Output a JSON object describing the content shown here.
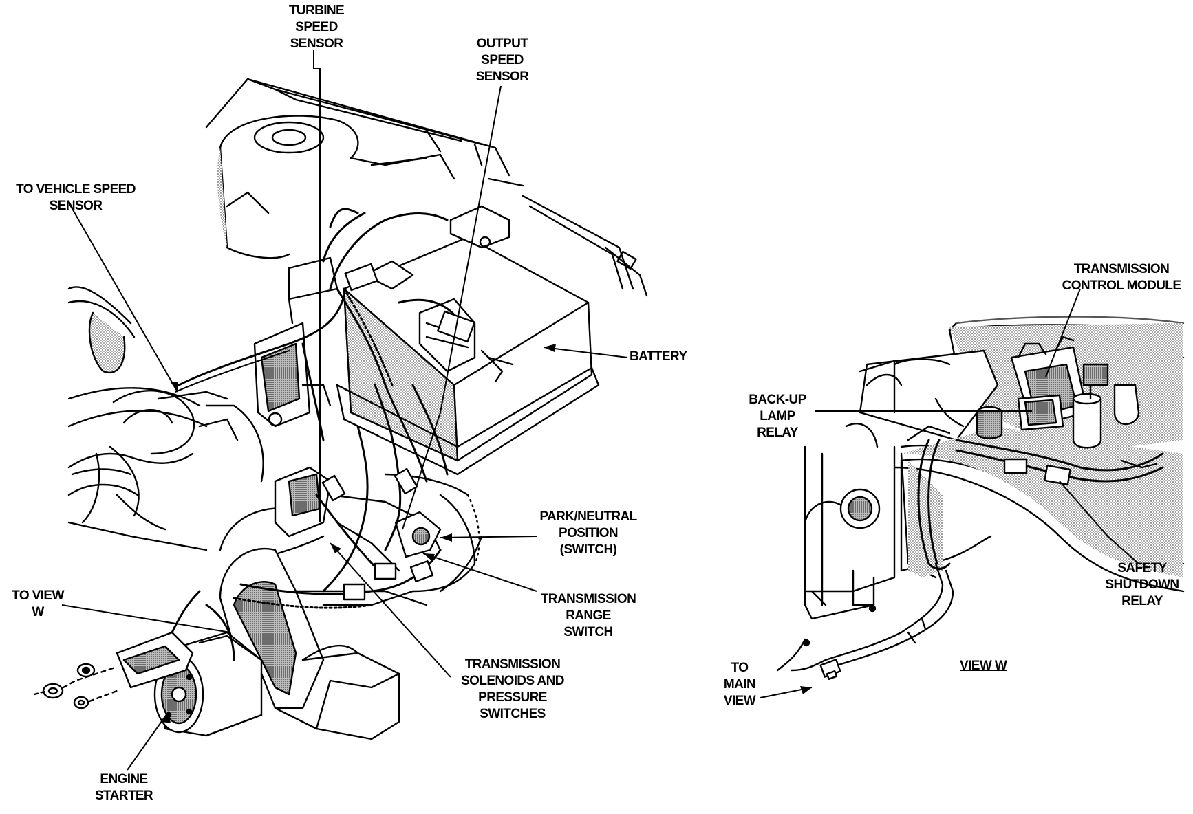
{
  "main_view": {
    "labels": {
      "turbine_speed_sensor": [
        "TURBINE",
        "SPEED",
        "SENSOR"
      ],
      "output_speed_sensor": [
        "OUTPUT",
        "SPEED",
        "SENSOR"
      ],
      "to_vehicle_speed_sensor": [
        "TO VEHICLE SPEED",
        "SENSOR"
      ],
      "battery": [
        "BATTERY"
      ],
      "park_neutral_position_switch": [
        "PARK/NEUTRAL",
        "POSITION",
        "(SWITCH)"
      ],
      "transmission_range_switch": [
        "TRANSMISSION",
        "RANGE",
        "SWITCH"
      ],
      "transmission_solenoids": [
        "TRANSMISSION",
        "SOLENOIDS AND",
        "PRESSURE",
        "SWITCHES"
      ],
      "to_view_w": [
        "TO VIEW",
        "W"
      ],
      "engine_starter": [
        "ENGINE",
        "STARTER"
      ]
    }
  },
  "view_w": {
    "title": "VIEW W",
    "labels": {
      "transmission_control_module": [
        "TRANSMISSION",
        "CONTROL MODULE"
      ],
      "back_up_lamp_relay": [
        "BACK-UP",
        "LAMP",
        "RELAY"
      ],
      "safety_shutdown_relay": [
        "SAFETY",
        "SHUTDOWN",
        "RELAY"
      ],
      "to_main_view": [
        "TO",
        "MAIN",
        "VIEW"
      ]
    }
  },
  "colors": {
    "ink": "#000000",
    "shade": "#8a8a8a",
    "paper": "#ffffff"
  }
}
